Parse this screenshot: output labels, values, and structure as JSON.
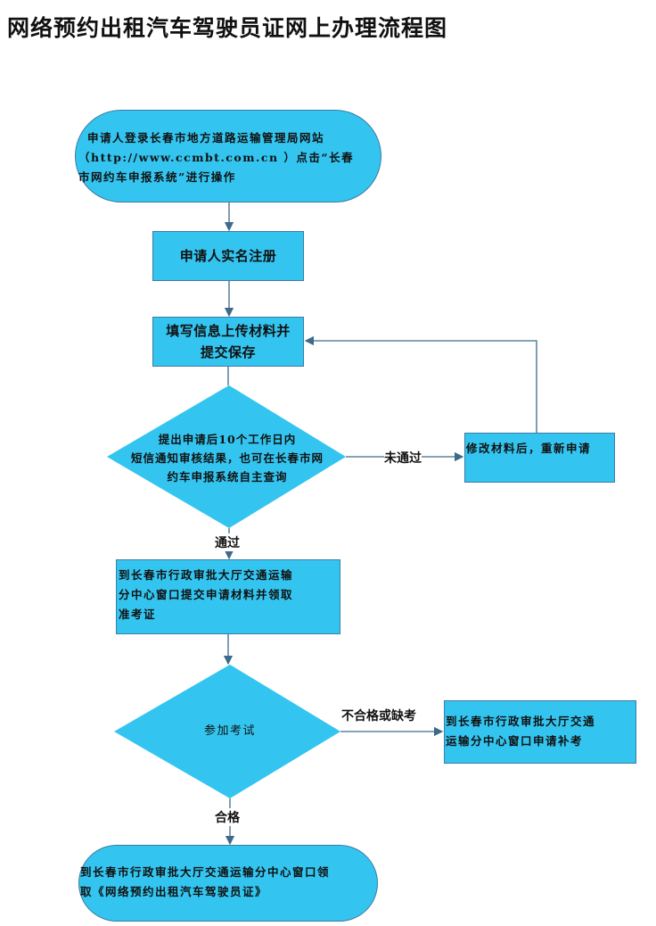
{
  "title": "网络预约出租汽车驾驶员证网上办理流程图",
  "colors": {
    "node_fill": "#33c5f0",
    "node_border": "#3d7ca3",
    "connector": "#3d6a8a"
  },
  "nodes": {
    "start": {
      "lines": [
        "申请人登录长春市地方道路运输管理局网站",
        "（http://www.ccmbt.com.cn ）点击“长春",
        "市网约车申报系统”进行操作"
      ]
    },
    "register": {
      "text": "申请人实名注册"
    },
    "fill_info": {
      "lines": [
        "填写信息上传材料并",
        "提交保存"
      ]
    },
    "review": {
      "lines": [
        "提出申请后10个工作日内",
        "短信通知审核结果，也可在长春市网",
        "约车申报系统自主查询"
      ]
    },
    "revise": {
      "text": "修改材料后，重新申请"
    },
    "submit_window": {
      "lines": [
        "到长春市行政审批大厅交通运输",
        "分中心窗口提交申请材料并领取",
        "准考证"
      ]
    },
    "exam": {
      "text": "参加考试"
    },
    "retake": {
      "lines": [
        "到长春市行政审批大厅交通",
        "运输分中心窗口申请补考"
      ]
    },
    "finish": {
      "lines": [
        "到长春市行政审批大厅交通运输分中心窗口领",
        "取《网络预约出租汽车驾驶员证》"
      ]
    }
  },
  "edge_labels": {
    "not_passed": "未通过",
    "passed": "通过",
    "failed_or_absent": "不合格或缺考",
    "qualified": "合格"
  }
}
